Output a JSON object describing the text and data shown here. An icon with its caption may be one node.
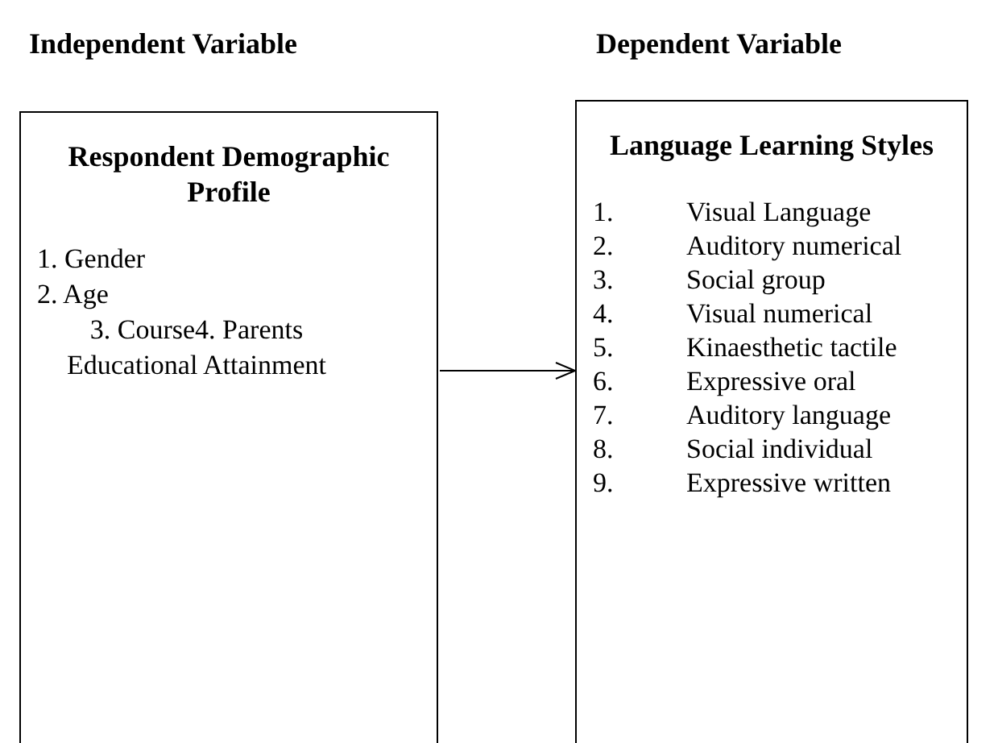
{
  "diagram": {
    "nodes": [
      {
        "text": [
          "Respondent Demographic Profile",
          "1. Gender",
          "2. Age",
          "3. Course4. Parents Educational Attainment"
        ]
      },
      {
        "text": [
          "Language Learning Styles",
          "1. Visual Language",
          "2. Auditory numerical",
          "3. Social group",
          "4. Visual numerical",
          "5. Kinaesthetic tactile",
          "6. Expressive oral",
          "7. Auditory language",
          "8. Social individual",
          "9. Expressive written"
        ]
      }
    ],
    "edges": [
      {
        "from": 0,
        "to": 1,
        "arrow": "to"
      }
    ],
    "labels": [
      "Independent Variable",
      "Dependent Variable"
    ]
  }
}
